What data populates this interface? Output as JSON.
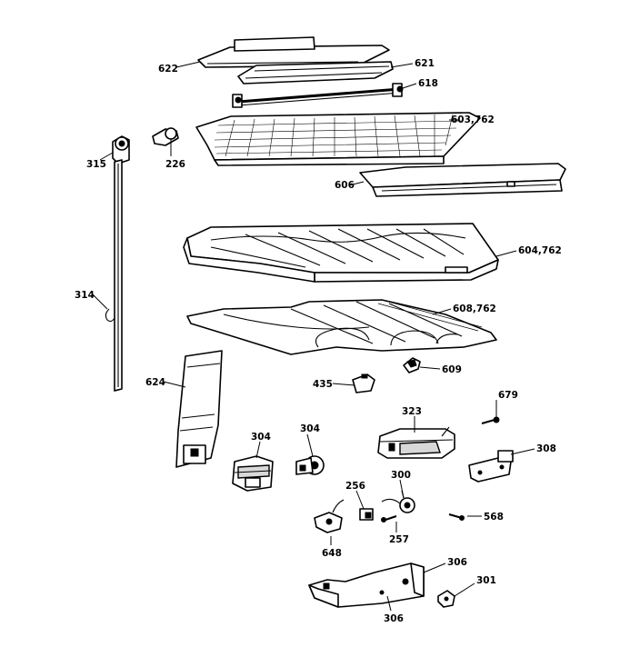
{
  "callouts": {
    "c622": "622",
    "c621": "621",
    "c618": "618",
    "c603": "603,762",
    "c315": "315",
    "c226": "226",
    "c606": "606",
    "c604": "604,762",
    "c314": "314",
    "c608": "608,762",
    "c624": "624",
    "c435": "435",
    "c609": "609",
    "c679": "679",
    "c323": "323",
    "c304a": "304",
    "c304b": "304",
    "c308": "308",
    "c256": "256",
    "c300": "300",
    "c568": "568",
    "c257": "257",
    "c648": "648",
    "c306a": "306",
    "c301": "301",
    "c306b": "306"
  }
}
